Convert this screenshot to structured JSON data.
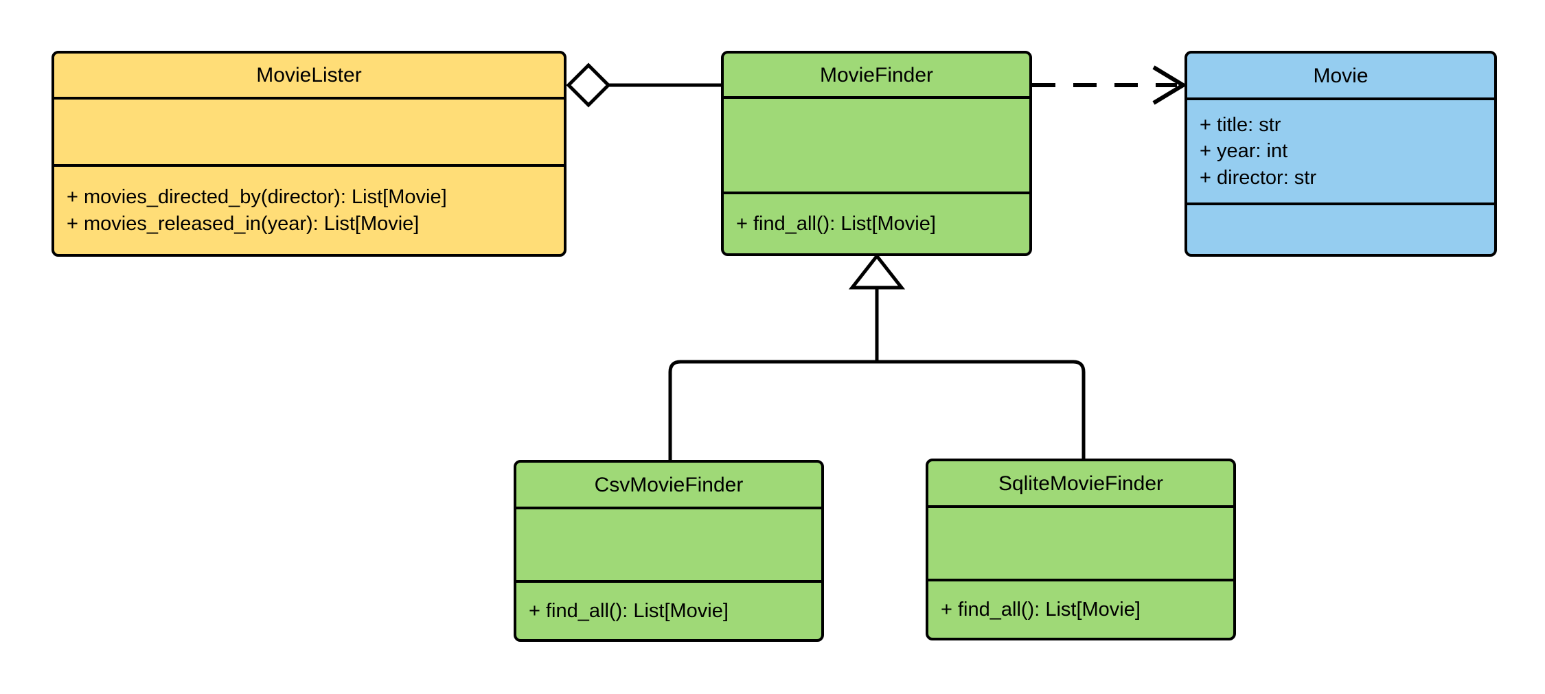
{
  "diagram": {
    "type": "uml-class-diagram",
    "background_color": "#ffffff",
    "line_color": "#000000",
    "colors": {
      "yellow": "#ffdd77",
      "green": "#9fd977",
      "blue": "#95cdf0",
      "stroke": "#000000",
      "shape_fill": "#ffffff"
    }
  },
  "classes": {
    "movie_lister": {
      "name": "MovieLister",
      "fill": "#ffdd77",
      "attributes": [],
      "methods": [
        "+ movies_directed_by(director): List[Movie]",
        "+ movies_released_in(year): List[Movie]"
      ]
    },
    "movie_finder": {
      "name": "MovieFinder",
      "fill": "#9fd977",
      "attributes": [],
      "methods": [
        "+ find_all(): List[Movie]"
      ]
    },
    "movie": {
      "name": "Movie",
      "fill": "#95cdf0",
      "attributes": [
        "+ title: str",
        "+ year: int",
        "+ director: str"
      ],
      "methods": []
    },
    "csv_movie_finder": {
      "name": "CsvMovieFinder",
      "fill": "#9fd977",
      "attributes": [],
      "methods": [
        "+ find_all(): List[Movie]"
      ]
    },
    "sqlite_movie_finder": {
      "name": "SqliteMovieFinder",
      "fill": "#9fd977",
      "attributes": [],
      "methods": [
        "+ find_all(): List[Movie]"
      ]
    }
  },
  "relationships": [
    {
      "id": "aggregation-lister-finder",
      "kind": "aggregation",
      "source": "MovieLister",
      "target": "MovieFinder",
      "marker": "hollow-diamond",
      "line_style": "solid",
      "label": ""
    },
    {
      "id": "dependency-finder-movie",
      "kind": "dependency",
      "source": "MovieFinder",
      "target": "Movie",
      "marker": "open-arrow",
      "line_style": "dashed",
      "label": ""
    },
    {
      "id": "generalization-csv-finder",
      "kind": "generalization",
      "source": "CsvMovieFinder",
      "target": "MovieFinder",
      "marker": "hollow-triangle",
      "line_style": "solid",
      "label": ""
    },
    {
      "id": "generalization-sqlite-finder",
      "kind": "generalization",
      "source": "SqliteMovieFinder",
      "target": "MovieFinder",
      "marker": "hollow-triangle",
      "line_style": "solid",
      "label": ""
    }
  ]
}
